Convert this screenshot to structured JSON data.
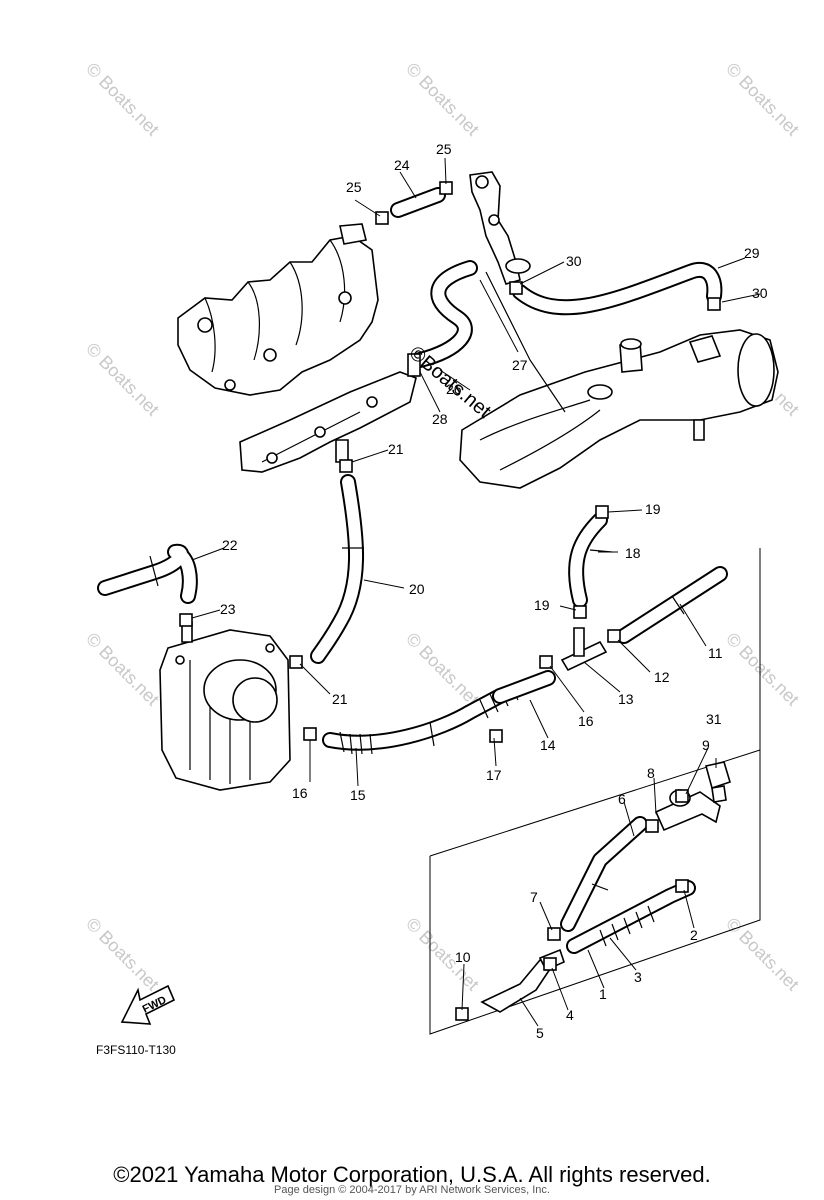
{
  "diagram": {
    "callouts": [
      "1",
      "2",
      "3",
      "4",
      "5",
      "6",
      "7",
      "8",
      "9",
      "10",
      "11",
      "12",
      "13",
      "14",
      "15",
      "16",
      "16",
      "17",
      "18",
      "19",
      "19",
      "20",
      "21",
      "21",
      "22",
      "23",
      "24",
      "25",
      "25",
      "26",
      "27",
      "28",
      "29",
      "30",
      "30",
      "31"
    ],
    "drawing_code": "F3FS110-T130",
    "fwd_label": "FWD",
    "watermark": "© Boats.net",
    "center_watermark": "©Boats.net"
  },
  "footer": {
    "copyright": "©2021 Yamaha Motor Corporation, U.S.A. All rights reserved.",
    "page_credit": "Page design © 2004-2017 by ARI Network Services, Inc."
  }
}
